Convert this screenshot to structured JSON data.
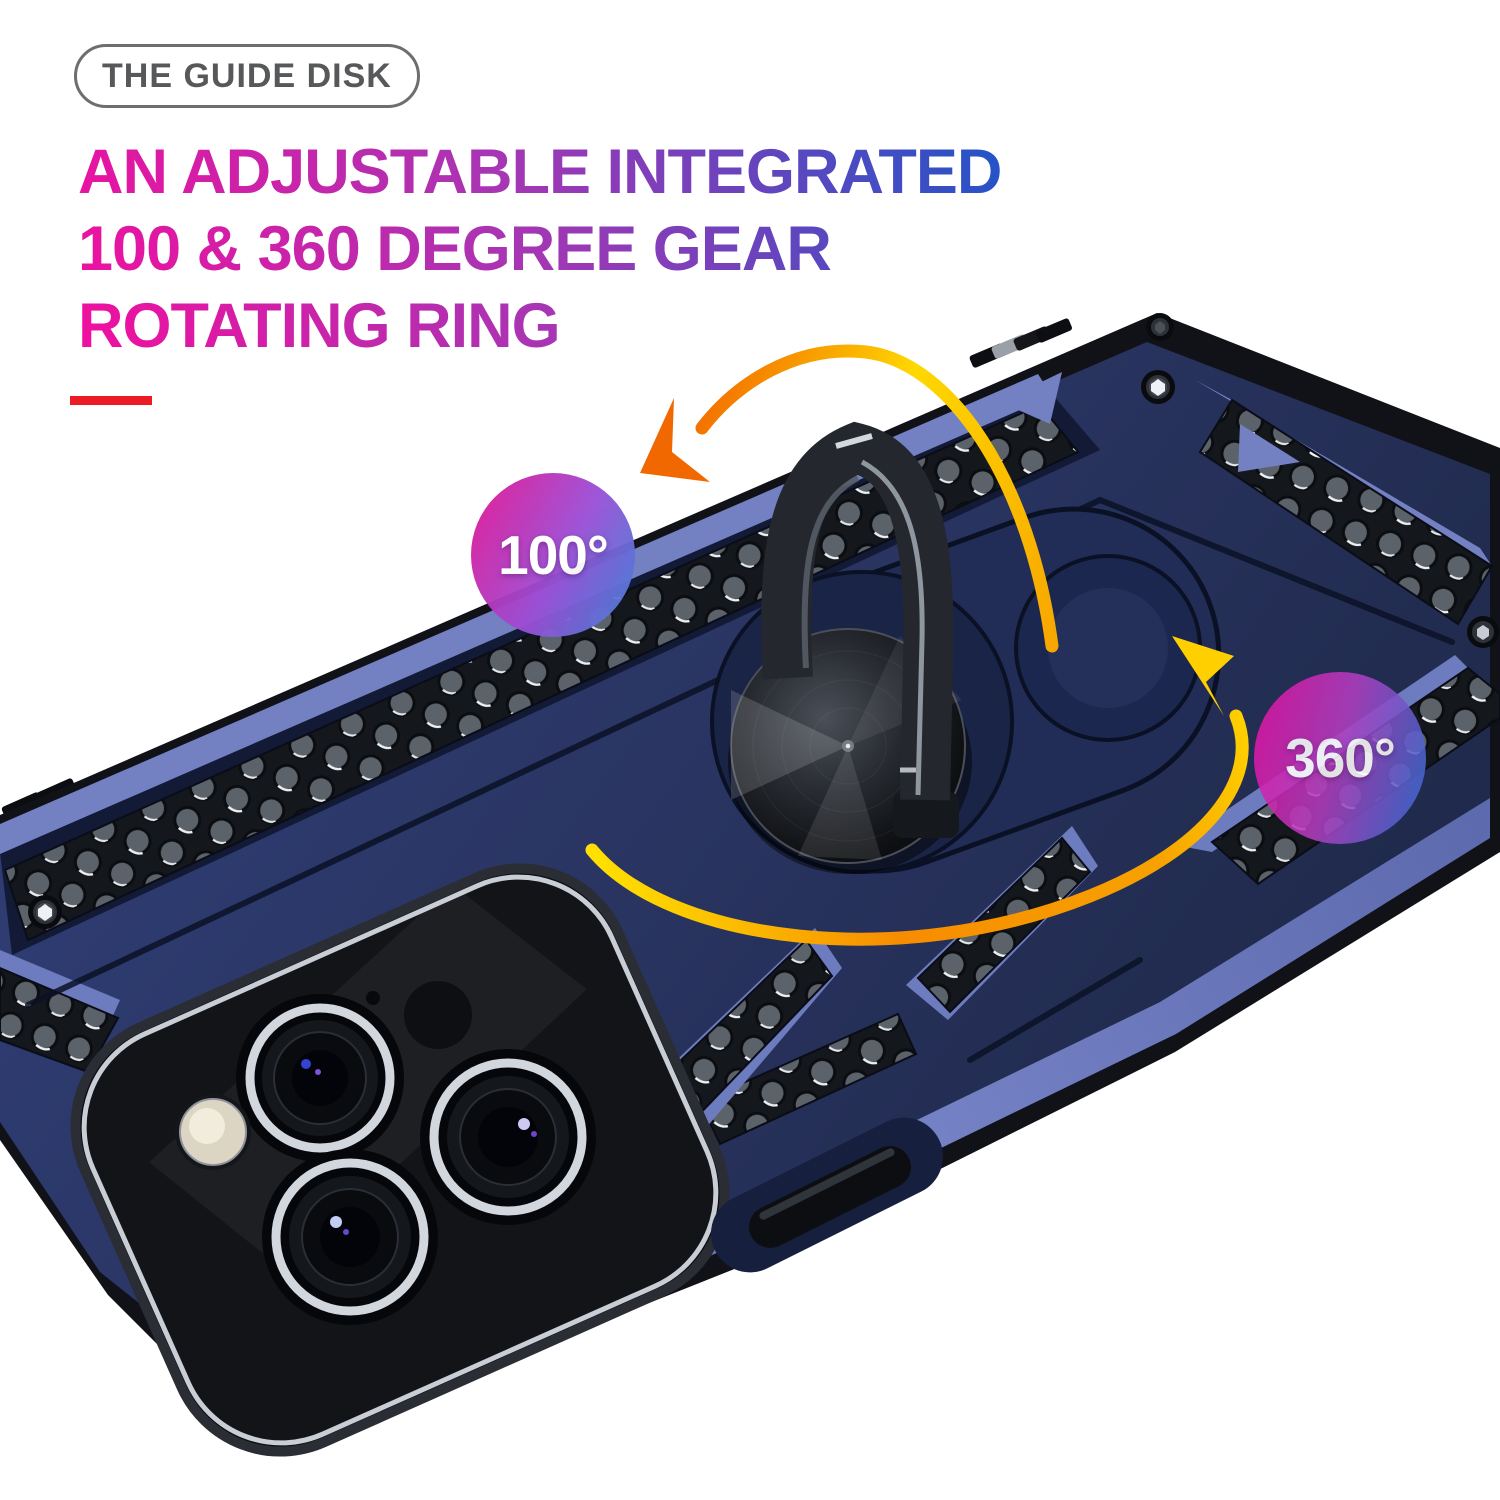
{
  "badge": {
    "label": "THE GUIDE DISK",
    "text_color": "#57585a",
    "border_color": "#6d6e70"
  },
  "heading": {
    "lines": [
      "AN ADJUSTABLE INTEGRATED",
      "100 & 360 DEGREE GEAR",
      "ROTATING RING"
    ],
    "gradient_from": "#f10f9f",
    "gradient_mid": "#a636b4",
    "gradient_to": "#1e55c8"
  },
  "underline": {
    "color": "#ed1c24"
  },
  "callouts": [
    {
      "id": "tilt-angle",
      "label": "100°",
      "gradient_from": "#e61493",
      "gradient_to": "#3f86d8"
    },
    {
      "id": "rotate-angle",
      "label": "360°",
      "gradient_from": "#e80fa2",
      "gradient_to": "#2f6fd2"
    }
  ],
  "product_colors": {
    "case_navy": "#2b3766",
    "case_bevel": "#131b38",
    "accent_periwinkle": "#7380c2",
    "rim_black": "#101218",
    "honeycomb_gray": "#5b6269",
    "arrow_yellow": "#ffd800",
    "arrow_orange": "#f26800",
    "background": "#ffffff"
  }
}
